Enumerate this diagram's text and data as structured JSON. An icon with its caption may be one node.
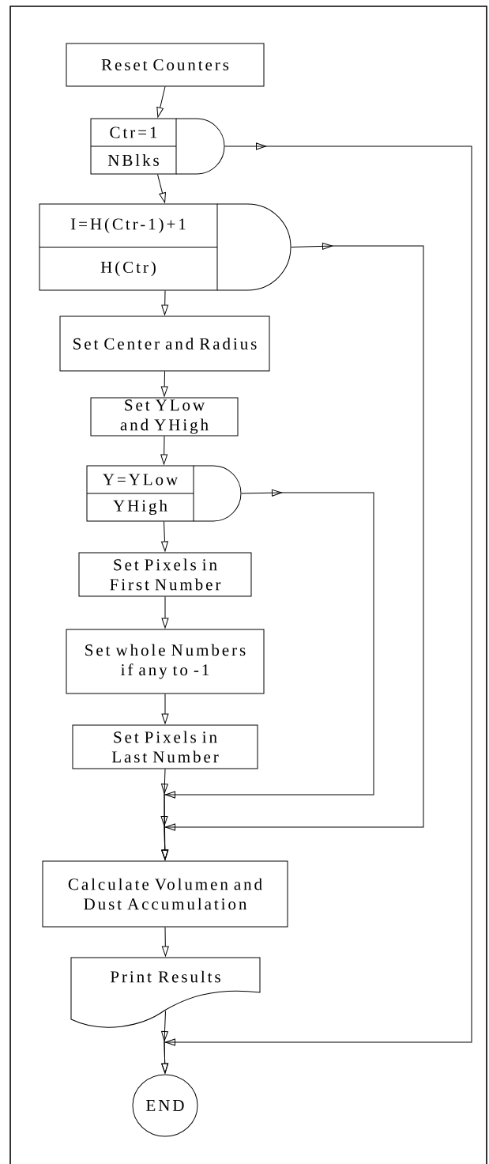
{
  "diagram": {
    "nodes": [
      {
        "text": [
          "Reset Counters"
        ]
      },
      {
        "text": [
          "Ctr=1",
          "NBlks"
        ]
      },
      {
        "text": [
          "I=H(Ctr-1)+1",
          "H(Ctr)"
        ]
      },
      {
        "text": [
          "Set Center and Radius"
        ]
      },
      {
        "text": [
          "Set YLow and YHigh"
        ]
      },
      {
        "text": [
          "Y=YLow",
          "YHigh"
        ]
      },
      {
        "text": [
          "Set Pixels in First Number"
        ]
      },
      {
        "text": [
          "Set whole Numbers if any to -1"
        ]
      },
      {
        "text": [
          "Set Pixels in Last Number"
        ]
      },
      {
        "text": [
          "Calculate Volumen and Dust Accumulation"
        ]
      },
      {
        "text": [
          "Print Results"
        ]
      },
      {
        "text": [
          "END"
        ]
      }
    ],
    "edges": [
      {
        "from": 0,
        "to": 1,
        "arrow": "to"
      },
      {
        "from": 1,
        "to": 2,
        "arrow": "to"
      },
      {
        "from": 2,
        "to": 3,
        "arrow": "to"
      },
      {
        "from": 3,
        "to": 4,
        "arrow": "to"
      },
      {
        "from": 4,
        "to": 5,
        "arrow": "to"
      },
      {
        "from": 5,
        "to": 6,
        "arrow": "to"
      },
      {
        "from": 6,
        "to": 7,
        "arrow": "to"
      },
      {
        "from": 7,
        "to": 8,
        "arrow": "to"
      },
      {
        "from": 8,
        "to": 9,
        "arrow": "to"
      },
      {
        "from": 9,
        "to": 10,
        "arrow": "to"
      },
      {
        "from": 10,
        "to": 11,
        "arrow": "to"
      },
      {
        "from": 5,
        "to": 9,
        "arrow": "to"
      },
      {
        "from": 2,
        "to": 9,
        "arrow": "to"
      },
      {
        "from": 1,
        "to": 11,
        "arrow": "to"
      }
    ]
  }
}
